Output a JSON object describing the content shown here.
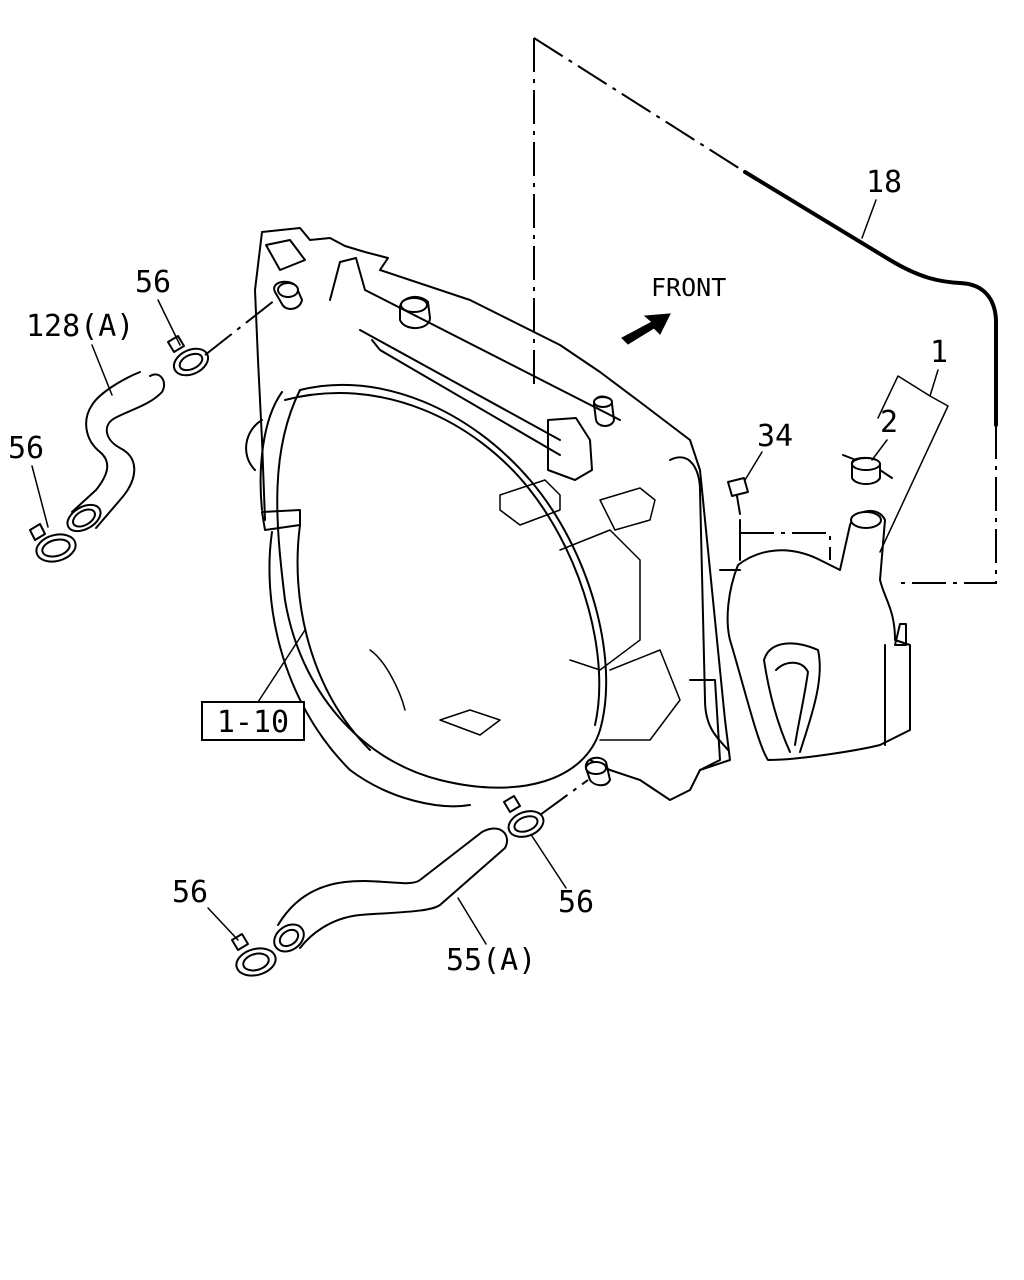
{
  "diagram": {
    "front_label": "FRONT",
    "ref_box_label": "1-10",
    "callouts": {
      "c18": "18",
      "c1": "1",
      "c2": "2",
      "c34": "34",
      "c56_top": "56",
      "c128": "128(A)",
      "c56_left": "56",
      "c56_right": "56",
      "c56_bottom": "56",
      "c55": "55(A)"
    }
  }
}
